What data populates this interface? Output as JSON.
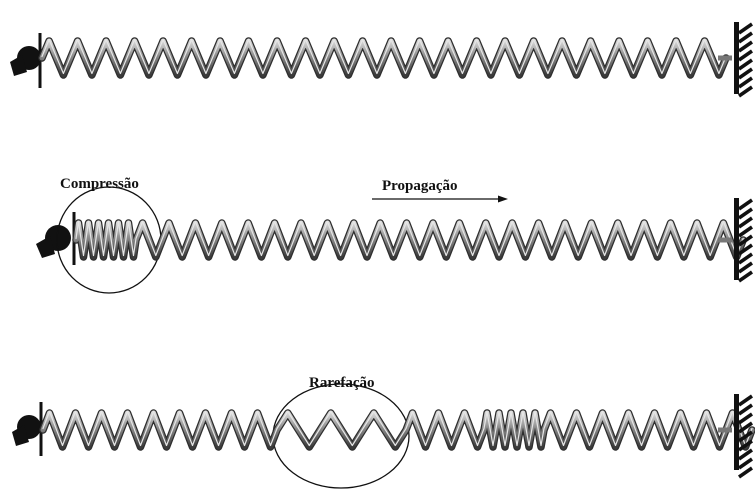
{
  "labels": {
    "compression": "Compressão",
    "propagation": "Propagação",
    "rarefaction": "Rarefação"
  },
  "colors": {
    "coil_dark": "#3a3a3a",
    "coil_mid": "#8a8a8a",
    "coil_light": "#d9d9d9",
    "ink": "#111111"
  },
  "springs": [
    {
      "name": "spring-1-uniform",
      "pattern": [
        [
          "n",
          24,
          28.5
        ]
      ]
    },
    {
      "name": "spring-2-compression",
      "pattern": [
        [
          "n",
          6,
          10
        ],
        [
          "n",
          23,
          26.4
        ]
      ]
    },
    {
      "name": "spring-3-compression-rarefaction",
      "pattern": [
        [
          "n",
          9,
          26
        ],
        [
          "n",
          3,
          43
        ],
        [
          "n",
          3,
          26
        ],
        [
          "n",
          5,
          12
        ],
        [
          "n",
          8,
          26
        ]
      ]
    }
  ]
}
